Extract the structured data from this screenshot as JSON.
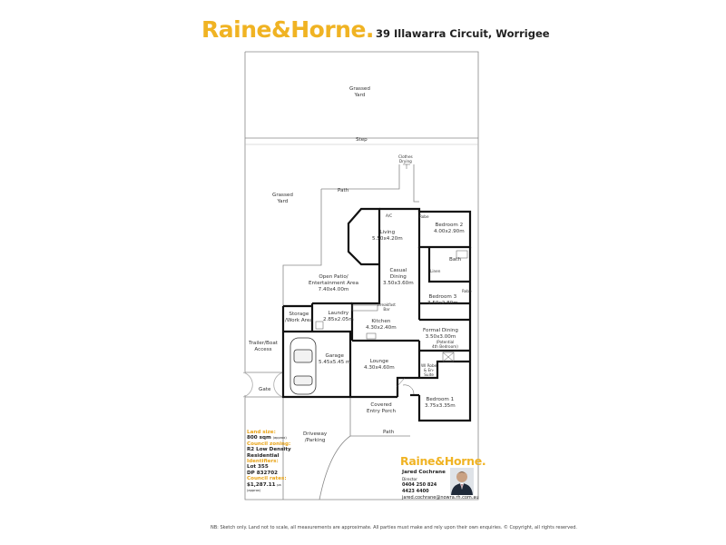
{
  "header": {
    "brand": "Raine&Horne.",
    "address": "39 Illawarra Circuit, Worrigee"
  },
  "plan": {
    "grassed_yard_top": [
      "Grassed",
      "Yard"
    ],
    "step": "Step",
    "clothes_drying": [
      "Clothes",
      "Drying"
    ],
    "path_top": "Path",
    "grassed_yard_left": [
      "Grassed",
      "Yard"
    ],
    "ac": "A/C",
    "robe_bed2": "Robe",
    "bedroom2": [
      "Bedroom 2",
      "4.00x2.90m"
    ],
    "living": [
      "Living",
      "5.50x4.20m"
    ],
    "bath": "Bath",
    "linen": "Linen",
    "casual_dining": [
      "Casual",
      "Dining",
      "3.50x3.60m"
    ],
    "open_patio": [
      "Open Patio/",
      "Entertainment Area",
      "7.40x4.00m"
    ],
    "bedroom3": [
      "Bedroom 3",
      "3.50x2.80m"
    ],
    "robe_bed3": "Robe",
    "breakfast_bar": [
      "Breakfast",
      "Bar"
    ],
    "storage": [
      "Storage",
      "/Work Area"
    ],
    "laundry": [
      "Laundry",
      "2.85x2.05m"
    ],
    "kitchen": [
      "Kitchen",
      "4.30x2.40m"
    ],
    "formal_dining": [
      "Formal Dining",
      "3.50x3.00m"
    ],
    "formal_note": [
      "(Potential",
      "4th Bedroom)"
    ],
    "trailer_access": [
      "Trailer/Boat",
      "Access"
    ],
    "garage": [
      "Garage",
      "5.45x5.45 m"
    ],
    "lounge": [
      "Lounge",
      "4.30x4.60m"
    ],
    "wi_robe": [
      "WI Robe",
      "& En-",
      "Suite"
    ],
    "gate": "Gate",
    "covered_porch": [
      "Covered",
      "Entry Porch"
    ],
    "bedroom1": [
      "Bedroom 1",
      "3.75x3.35m"
    ],
    "path_bottom": "Path",
    "driveway": [
      "Driveway",
      "/Parking"
    ]
  },
  "info": {
    "land_size_label": "Land size:",
    "land_size_value": "800 sqm",
    "land_size_note": "(approx)",
    "zoning_label": "Council zoning:",
    "zoning_value": [
      "R2 Low Density",
      "Residential"
    ],
    "identifiers_label": "Identifiers:",
    "identifiers_value": [
      "Lot 355",
      "DP 832702"
    ],
    "rates_label": "Council rates:",
    "rates_value": "$1,287.11",
    "rates_unit": "pa",
    "rates_note": "(approx)"
  },
  "agent": {
    "brand": "Raine&Horne.",
    "name": "Jared Cochrane",
    "role": "Director",
    "phone1": "0404 250 824",
    "phone2": "4423 4400",
    "email": "jared.cochrane@nowra.rh.com.au"
  },
  "disclaimer": "NB: Sketch only. Land not to scale, all measurements are approximate. All parties must make and rely upon their own enquiries.  © Copyright, all rights reserved.",
  "colors": {
    "brand": "#f0b323",
    "label_accent": "#e8a317",
    "wall": "#111111",
    "boundary": "#888888"
  }
}
